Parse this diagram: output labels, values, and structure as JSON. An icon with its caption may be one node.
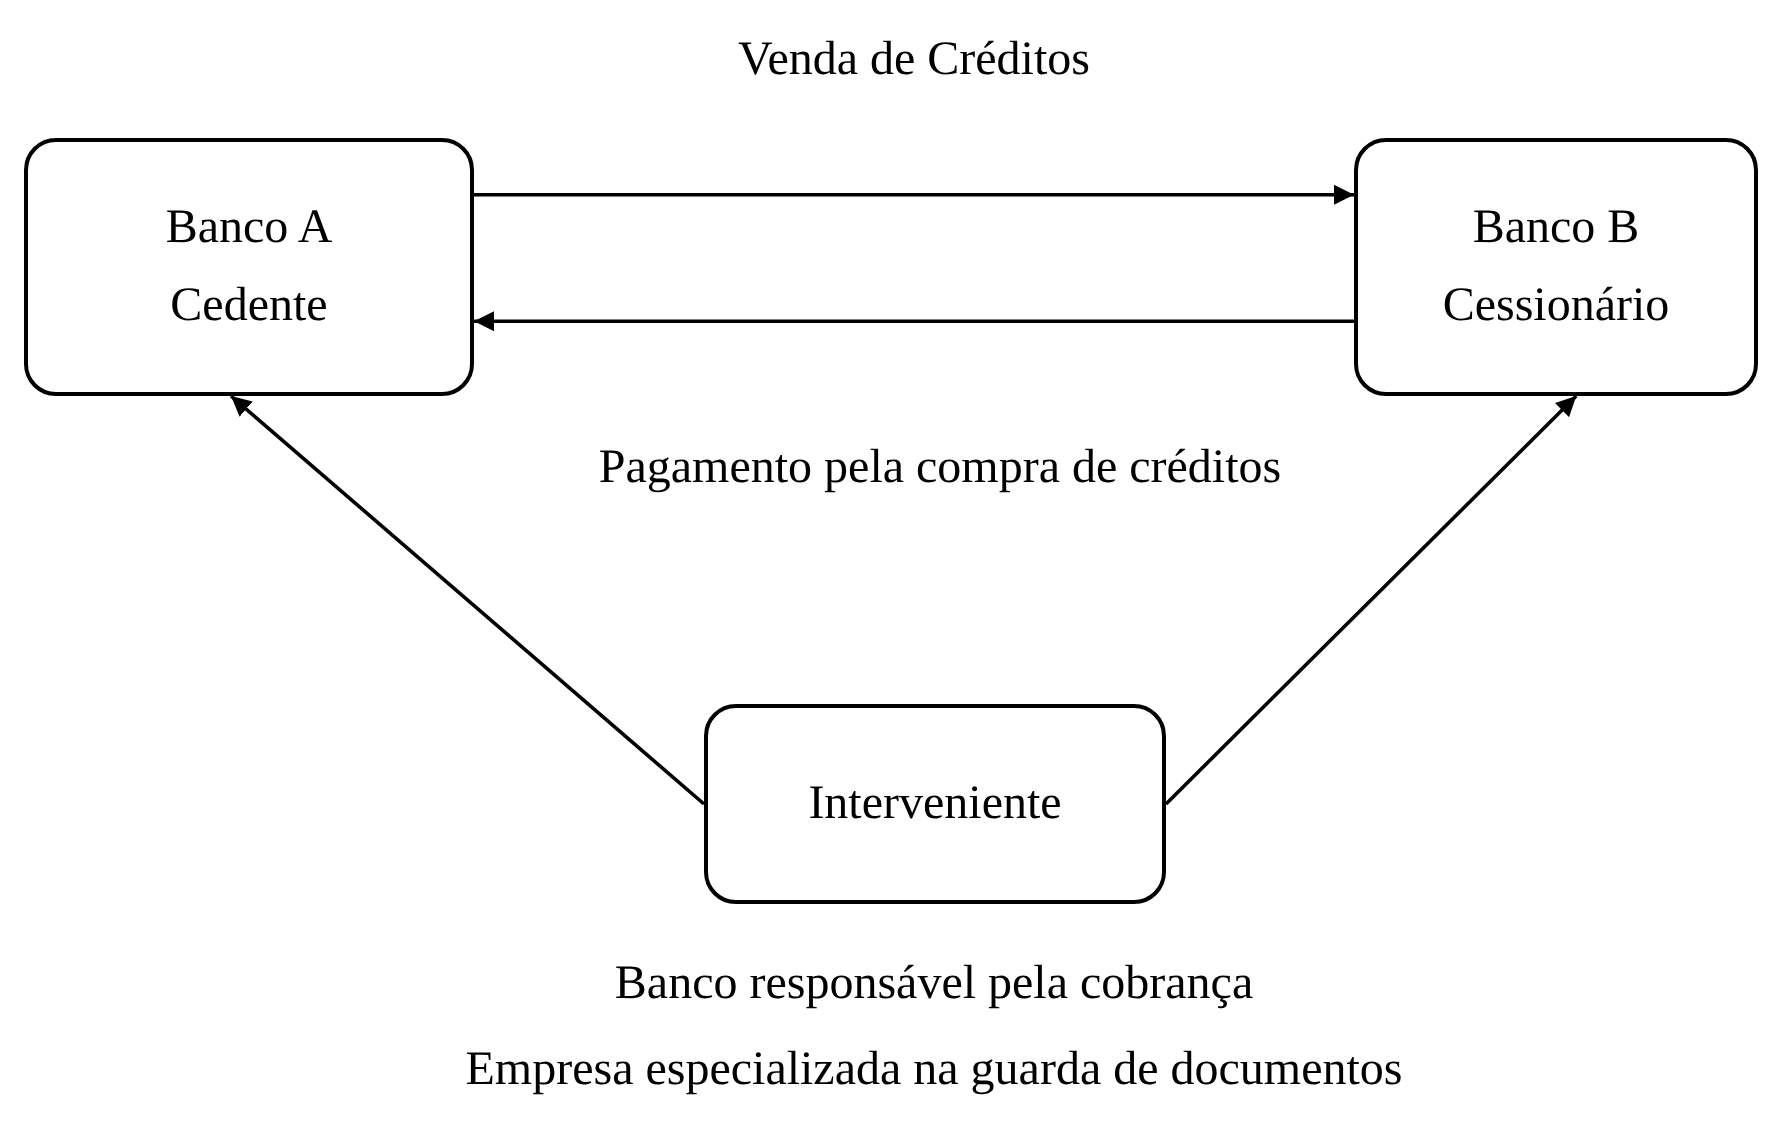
{
  "diagram": {
    "nodes": [
      {
        "text": [
          "Banco A",
          "Cedente"
        ]
      },
      {
        "text": [
          "Banco B",
          "Cessionário"
        ]
      },
      {
        "text": [
          "Interveniente"
        ],
        "beside": [
          "Banco responsável pela cobrança",
          "Empresa especializada na guarda de documentos"
        ]
      }
    ],
    "edges": [
      {
        "from": 0,
        "to": 1,
        "arrow": "to",
        "label": "Venda de Créditos"
      },
      {
        "from": 1,
        "to": 0,
        "arrow": "to",
        "label": "Pagamento pela compra de créditos"
      },
      {
        "from": 2,
        "to": 0,
        "arrow": "to"
      },
      {
        "from": 2,
        "to": 1,
        "arrow": "to"
      }
    ]
  }
}
